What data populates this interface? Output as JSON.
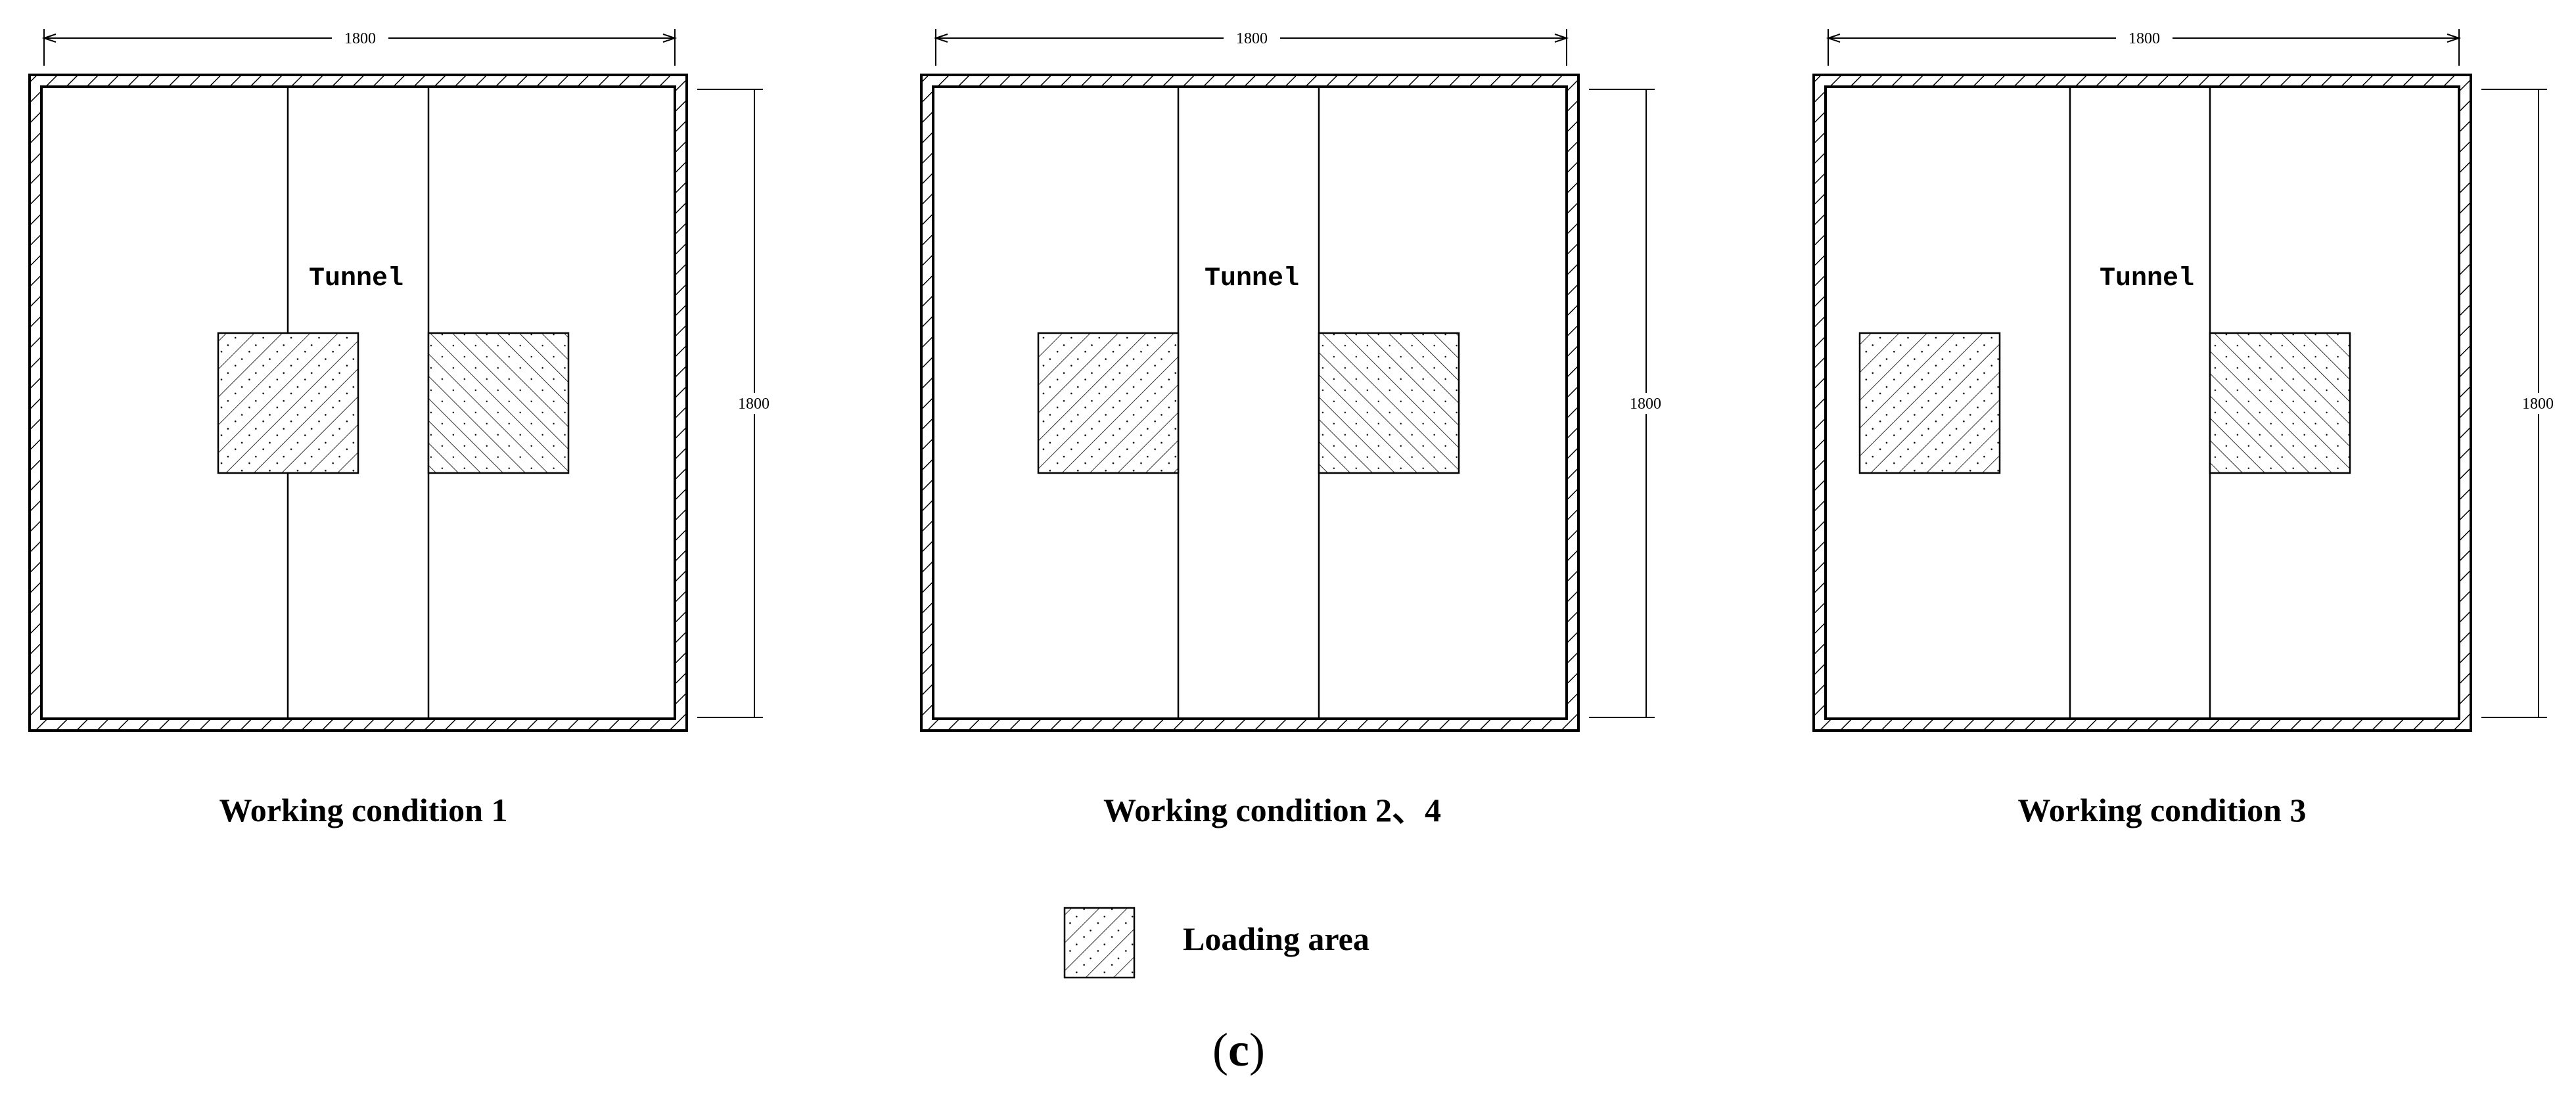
{
  "panels": [
    {
      "caption": "Working condition 1",
      "dim_top": "1800",
      "dim_right": "1800",
      "tunnel_label": "Tunnel",
      "loading_left_offset_units": 0
    },
    {
      "caption": "Working condition 2、4",
      "dim_top": "1800",
      "dim_right": "1800",
      "tunnel_label": "Tunnel",
      "loading_left_offset_units": -1
    },
    {
      "caption": "Working condition 3",
      "dim_top": "1800",
      "dim_right": "1800",
      "tunnel_label": "Tunnel",
      "loading_left_offset_units": -1
    }
  ],
  "legend": {
    "label": "Loading area"
  },
  "subfigure": {
    "open": "(",
    "letter": "c",
    "close": ")"
  },
  "colors": {
    "stroke": "#000000",
    "background": "#ffffff"
  }
}
